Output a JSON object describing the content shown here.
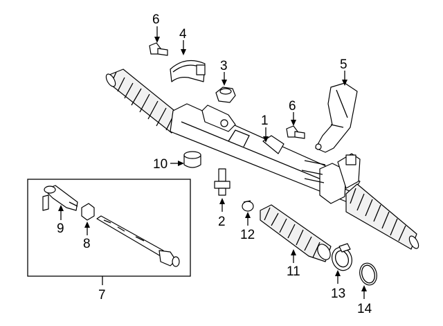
{
  "labels": {
    "p1": "1",
    "p2": "2",
    "p3": "3",
    "p4": "4",
    "p5": "5",
    "p6a": "6",
    "p6b": "6",
    "p7": "7",
    "p8": "8",
    "p9": "9",
    "p10": "10",
    "p11": "11",
    "p12": "12",
    "p13": "13",
    "p14": "14"
  },
  "icons": {
    "arrow": "arrow-icon"
  }
}
